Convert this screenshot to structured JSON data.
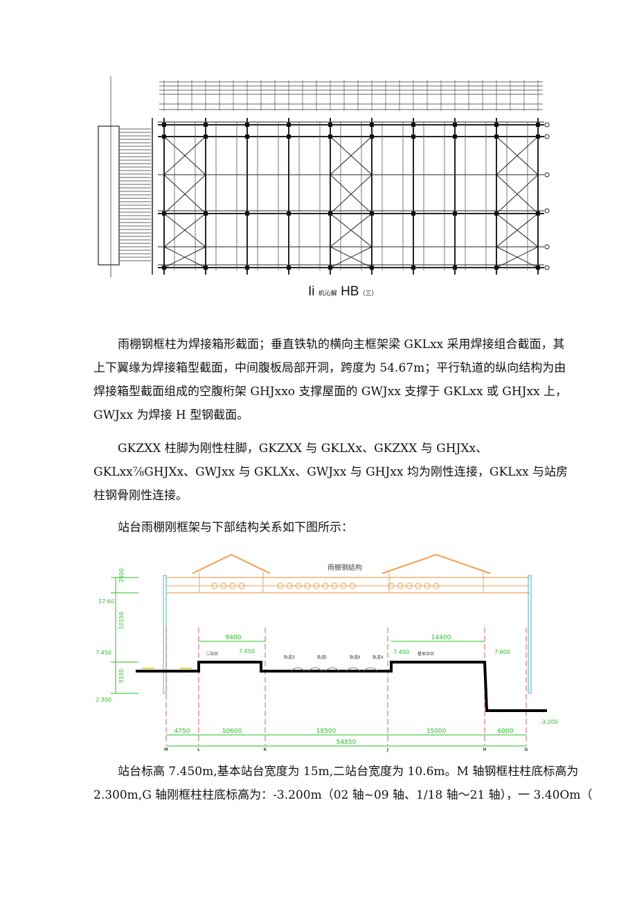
{
  "figure1": {
    "caption_main": "Ii",
    "caption_small": "机沁解",
    "caption_code": "HB",
    "caption_suffix": "（三）"
  },
  "paragraphs": [
    {
      "lines": [
        "雨棚钢框柱为焊接箱形截面；垂直铁轨的横向主框架梁 GKLxx 采用焊接组合截面，其",
        "上下翼缘为焊接箱型截面，中间腹板局部开洞，跨度为 54.67m；平行轨道的纵向结构为由",
        "焊接箱型截面组成的空腹桁架 GHJxxo 支撑屋面的 GWJxx 支撑于 GKLxx 或 GHJxx 上，",
        "GWJxx 为焊接 H 型钢截面。"
      ]
    },
    {
      "lines": [
        "GKZXX 柱脚为刚性柱脚，GKZXX 与 GKLXx、GKZXX 与 GHJXx、",
        "GKLxx⅞GHJXx、GWJxx 与 GKLXx、GWJxx 与 GHJxx 均为刚性连接，GKLxx 与站房",
        "柱钢骨刚性连接。"
      ]
    },
    {
      "lines": [
        "站台雨棚刚框架与下部结构关系如下图所示："
      ]
    },
    {
      "lines": [
        "站台标高 7.450m,基本站台宽度为 15m,二站台宽度为 10.6m。M 轴钢框柱柱底标高为",
        "2.300m,G 轴刚框柱柱底标高为：-3.200m（02 轴~09 轴、1/18 轴～21 轴），一 3.40Om（"
      ]
    }
  ],
  "figure2": {
    "title": "雨棚钢结构",
    "elevations": {
      "e1760": "17.60",
      "e7450": "7.450",
      "e2300": "2.300",
      "em3200": "-3.200"
    },
    "vertical_dims": [
      "2500",
      "10150",
      "5150"
    ],
    "platform_dims": {
      "second": "9400",
      "basic": "14400"
    },
    "platform_labels": {
      "second": "二站台",
      "second_elev": "7.450",
      "basic": "基本站台",
      "basic_elev_left": "7.450",
      "basic_elev_right": "7.600"
    },
    "tracks": [
      "轨道3",
      "轨道Ⅰ",
      "轨道Ⅱ",
      "轨道4"
    ],
    "spans": [
      "4750",
      "10600",
      "18500",
      "15000",
      "6000"
    ],
    "total_span": "54850",
    "axes": [
      "M",
      "L",
      "K",
      "J",
      "H",
      "G"
    ],
    "colors": {
      "roof": "#f0a050",
      "dim": "#22c022",
      "column": "#40b0d0",
      "axis": "#e03030",
      "ground": "#000000"
    }
  }
}
